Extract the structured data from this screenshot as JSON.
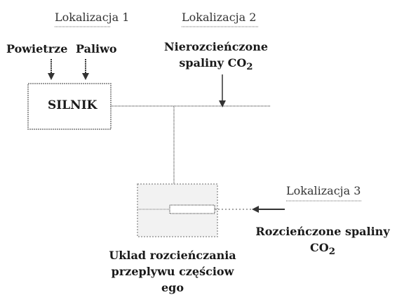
{
  "colors": {
    "line": "#6a6a6a",
    "hatch": "#9a9a9a",
    "text": "#1a1a1a"
  },
  "labels": {
    "location_1": "Lokalizacja 1",
    "location_2": "Lokalizacja 2",
    "location_3": "Lokalizacja 3",
    "air": "Powietrze",
    "fuel": "Paliwo",
    "engine": "SILNIK",
    "undiluted_line1": "Nierozcieńczone",
    "undiluted_line2": "spaliny CO",
    "diluted_line1": "Rozcieńczone spaliny",
    "diluted_line2": "CO",
    "co2_subscript": "2",
    "system_line1": "Uklad rozcieńczania",
    "system_line2": "przeplywu częściow",
    "system_line3": "ego"
  }
}
